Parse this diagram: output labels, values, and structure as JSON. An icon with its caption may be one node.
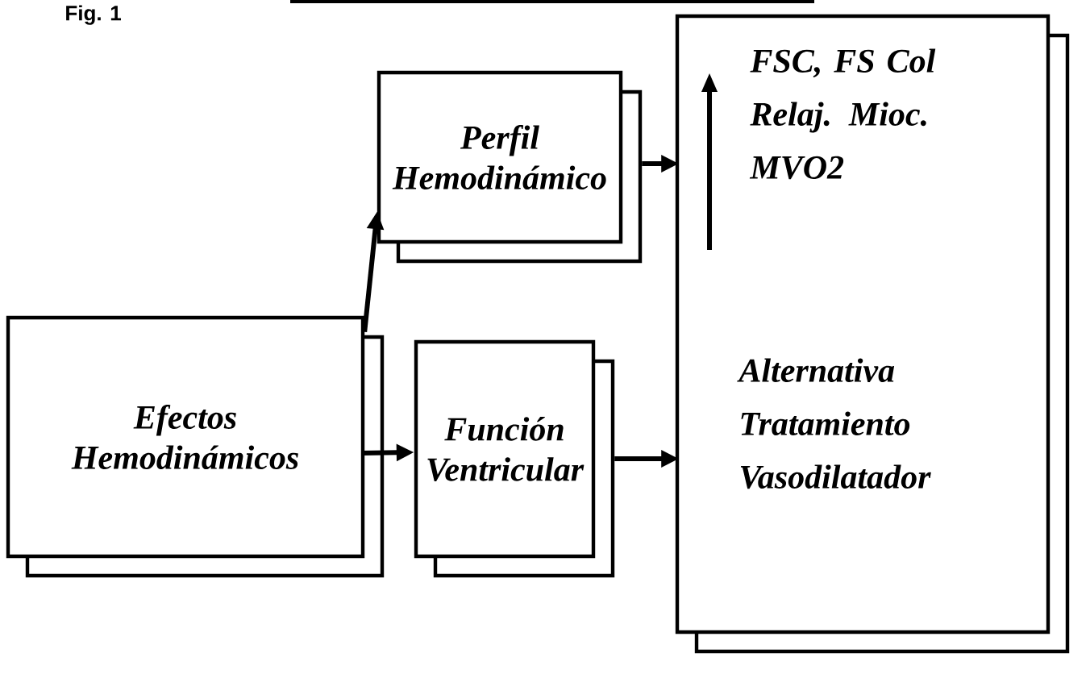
{
  "diagram": {
    "nodes": [
      {
        "text": [
          "Efectos Hemodinámicos"
        ]
      },
      {
        "text": [
          "Perfil Hemodinámico"
        ]
      },
      {
        "text": [
          "Función Ventricular"
        ]
      },
      {
        "text": [
          "FSC, FS Col Relaj. Mioc. MVO2",
          "Alternativa Tratamiento Vasodilatador"
        ]
      }
    ],
    "edges": [
      {
        "from": 0,
        "to": 1,
        "arrow": "to"
      },
      {
        "from": 0,
        "to": 2,
        "arrow": "to"
      },
      {
        "from": 1,
        "to": 3,
        "arrow": "to"
      },
      {
        "from": 2,
        "to": 3,
        "arrow": "to"
      }
    ],
    "labels": [
      "Fig. 1"
    ]
  }
}
